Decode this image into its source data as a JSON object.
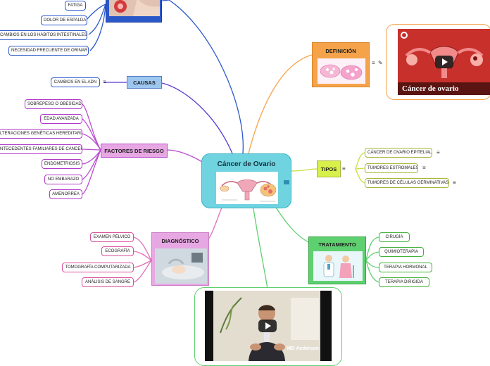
{
  "central": {
    "title": "Cáncer de Ovario"
  },
  "definicion": {
    "title": "DEFINICIÓN",
    "video_title": "Cáncer de ovario"
  },
  "tipos": {
    "title": "TIPOS",
    "items": [
      "CÁNCER DE OVARIO EPITELIAL",
      "TUMORES ESTROMALES",
      "TUMORES DE CÉLULAS GERMINATIVAS"
    ]
  },
  "tratamiento": {
    "title": "TRATAMIENTO",
    "items": [
      "CIRUGÍA",
      "QUIMIOTERAPIA",
      "TERAPIA HORMONAL",
      "TERAPIA DIRIGIDA"
    ]
  },
  "sintomas": {
    "items": [
      "FATIGA",
      "DOLOR DE ESPALDA",
      "CAMBIOS EN LOS HÁBITOS INTESTINALES",
      "NECESIDAD FRECUENTE DE ORINAR"
    ]
  },
  "causas": {
    "title": "CAUSAS",
    "items": [
      "CAMBIOS EN EL ADN"
    ]
  },
  "factores": {
    "title": "FACTORES DE RIESGO",
    "items": [
      "SOBREPESO O OBESIDAD",
      "EDAD AVANZADA",
      "ALTERACIONES GENÉTICAS HEREDITARIAS",
      "ANTECEDENTES FAMILIARES DE CÁNCER",
      "ENDOMETRIOSIS",
      "NO EMBARAZO",
      "AMENORREA"
    ]
  },
  "diagnostico": {
    "title": "DIAGNÓSTICO",
    "items": [
      "EXAMEN PÉLVICO",
      "ECOGRAFÍA",
      "TOMOGRAFÍA COMPUTARIZADA",
      "ANÁLISIS DE SANGRE"
    ]
  },
  "video2": {
    "watermark": "MD Anderson"
  },
  "icons": {
    "menu": "≡",
    "note": "✎"
  },
  "colors": {
    "central": "#6fd3e0",
    "definicion": "#f5a34a",
    "tipos": "#d7f04a",
    "tratamiento": "#5fd06f",
    "diagnostico": "#e7a7e3",
    "factores": "#b84fcf",
    "causas": "#9ec7ef",
    "sintomas": "#2b58c9"
  }
}
